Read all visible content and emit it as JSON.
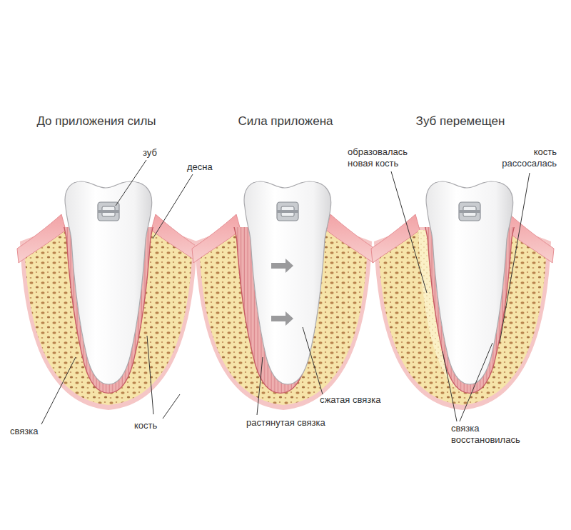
{
  "diagram": {
    "labels": [
      "До приложения силы",
      "Сила приложена",
      "Зуб перемещен",
      "зуб",
      "десна",
      "связка",
      "кость",
      "сжатая связка",
      "растянутая связка",
      "образовалась новая кость",
      "кость рассосалась",
      "связка восстановилась"
    ]
  }
}
